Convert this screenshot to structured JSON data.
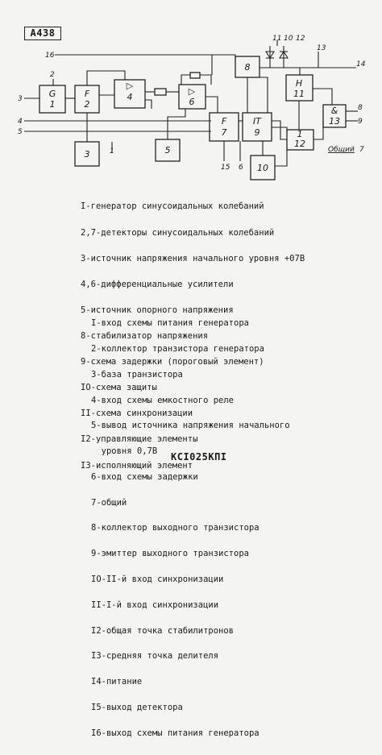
{
  "document_tag": "А438",
  "blocks": {
    "b1": {
      "num": "1",
      "symbol": "G"
    },
    "b2": {
      "num": "2",
      "symbol": "F"
    },
    "b3": {
      "num": "3"
    },
    "b4": {
      "num": "4",
      "symbol": "▷"
    },
    "b5": {
      "num": "5"
    },
    "b6": {
      "num": "6",
      "symbol": "▷"
    },
    "b7": {
      "num": "7",
      "symbol": "F"
    },
    "b8": {
      "num": "8"
    },
    "b9": {
      "num": "9",
      "symbol": "IT"
    },
    "b10": {
      "num": "10"
    },
    "b11": {
      "num": "11",
      "symbol": "H"
    },
    "b12": {
      "num": "12",
      "symbol": "1"
    },
    "b13": {
      "num": "13",
      "symbol": "&"
    }
  },
  "pin_labels": [
    "1",
    "2",
    "3",
    "4",
    "5",
    "6",
    "7",
    "8",
    "9",
    "10",
    "11",
    "12",
    "13",
    "14",
    "15",
    "16"
  ],
  "note_label": "Общий",
  "note_pin": "7",
  "legend": [
    "I-генератор синусоидальных колебаний",
    "2,7-детекторы синусоидальных колебаний",
    "3-источник напряжения начального уровня +07В",
    "4,6-дифференциальные усилители",
    "5-источник опорного напряжения",
    "8-стабилизатор напряжения",
    "9-схема задержки (пороговый элемент)",
    "IO-схема защиты",
    "II-схема синхронизации",
    "I2-управляющие элементы",
    "I3-исполняющий элемент"
  ],
  "pins": [
    "I-вход схемы питания генератора",
    "2-коллектор транзистора генератора",
    "3-база транзистора",
    "4-вход схемы емкостного реле",
    "5-вывод источника напряжения начального",
    "  уровня 0,7В",
    "6-вход схемы задержки",
    "7-общий",
    "8-коллектор выходного транзистора",
    "9-эмиттер выходного транзистора",
    "IO-II-й вход синхронизации",
    "II-I-й вход синхронизации",
    "I2-общая точка стабилитронов",
    "I3-средняя точка делителя",
    "I4-питание",
    "I5-выход детектора",
    "I6-выход схемы питания генератора"
  ],
  "doc_code": "КСI025КПI"
}
